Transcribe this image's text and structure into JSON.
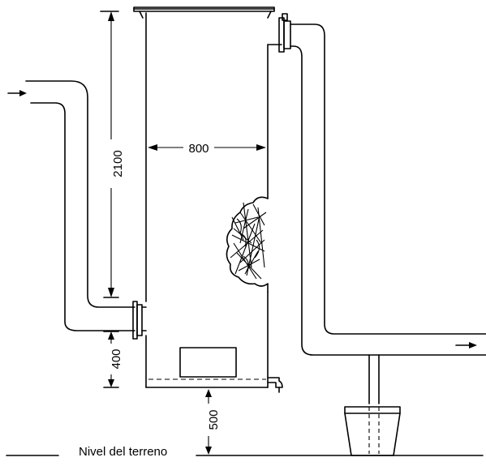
{
  "dimensions": {
    "height_tank": "2100",
    "diameter": "800",
    "height_inlet": "400",
    "height_base": "500"
  },
  "ground_label": "Nivel del terreno"
}
